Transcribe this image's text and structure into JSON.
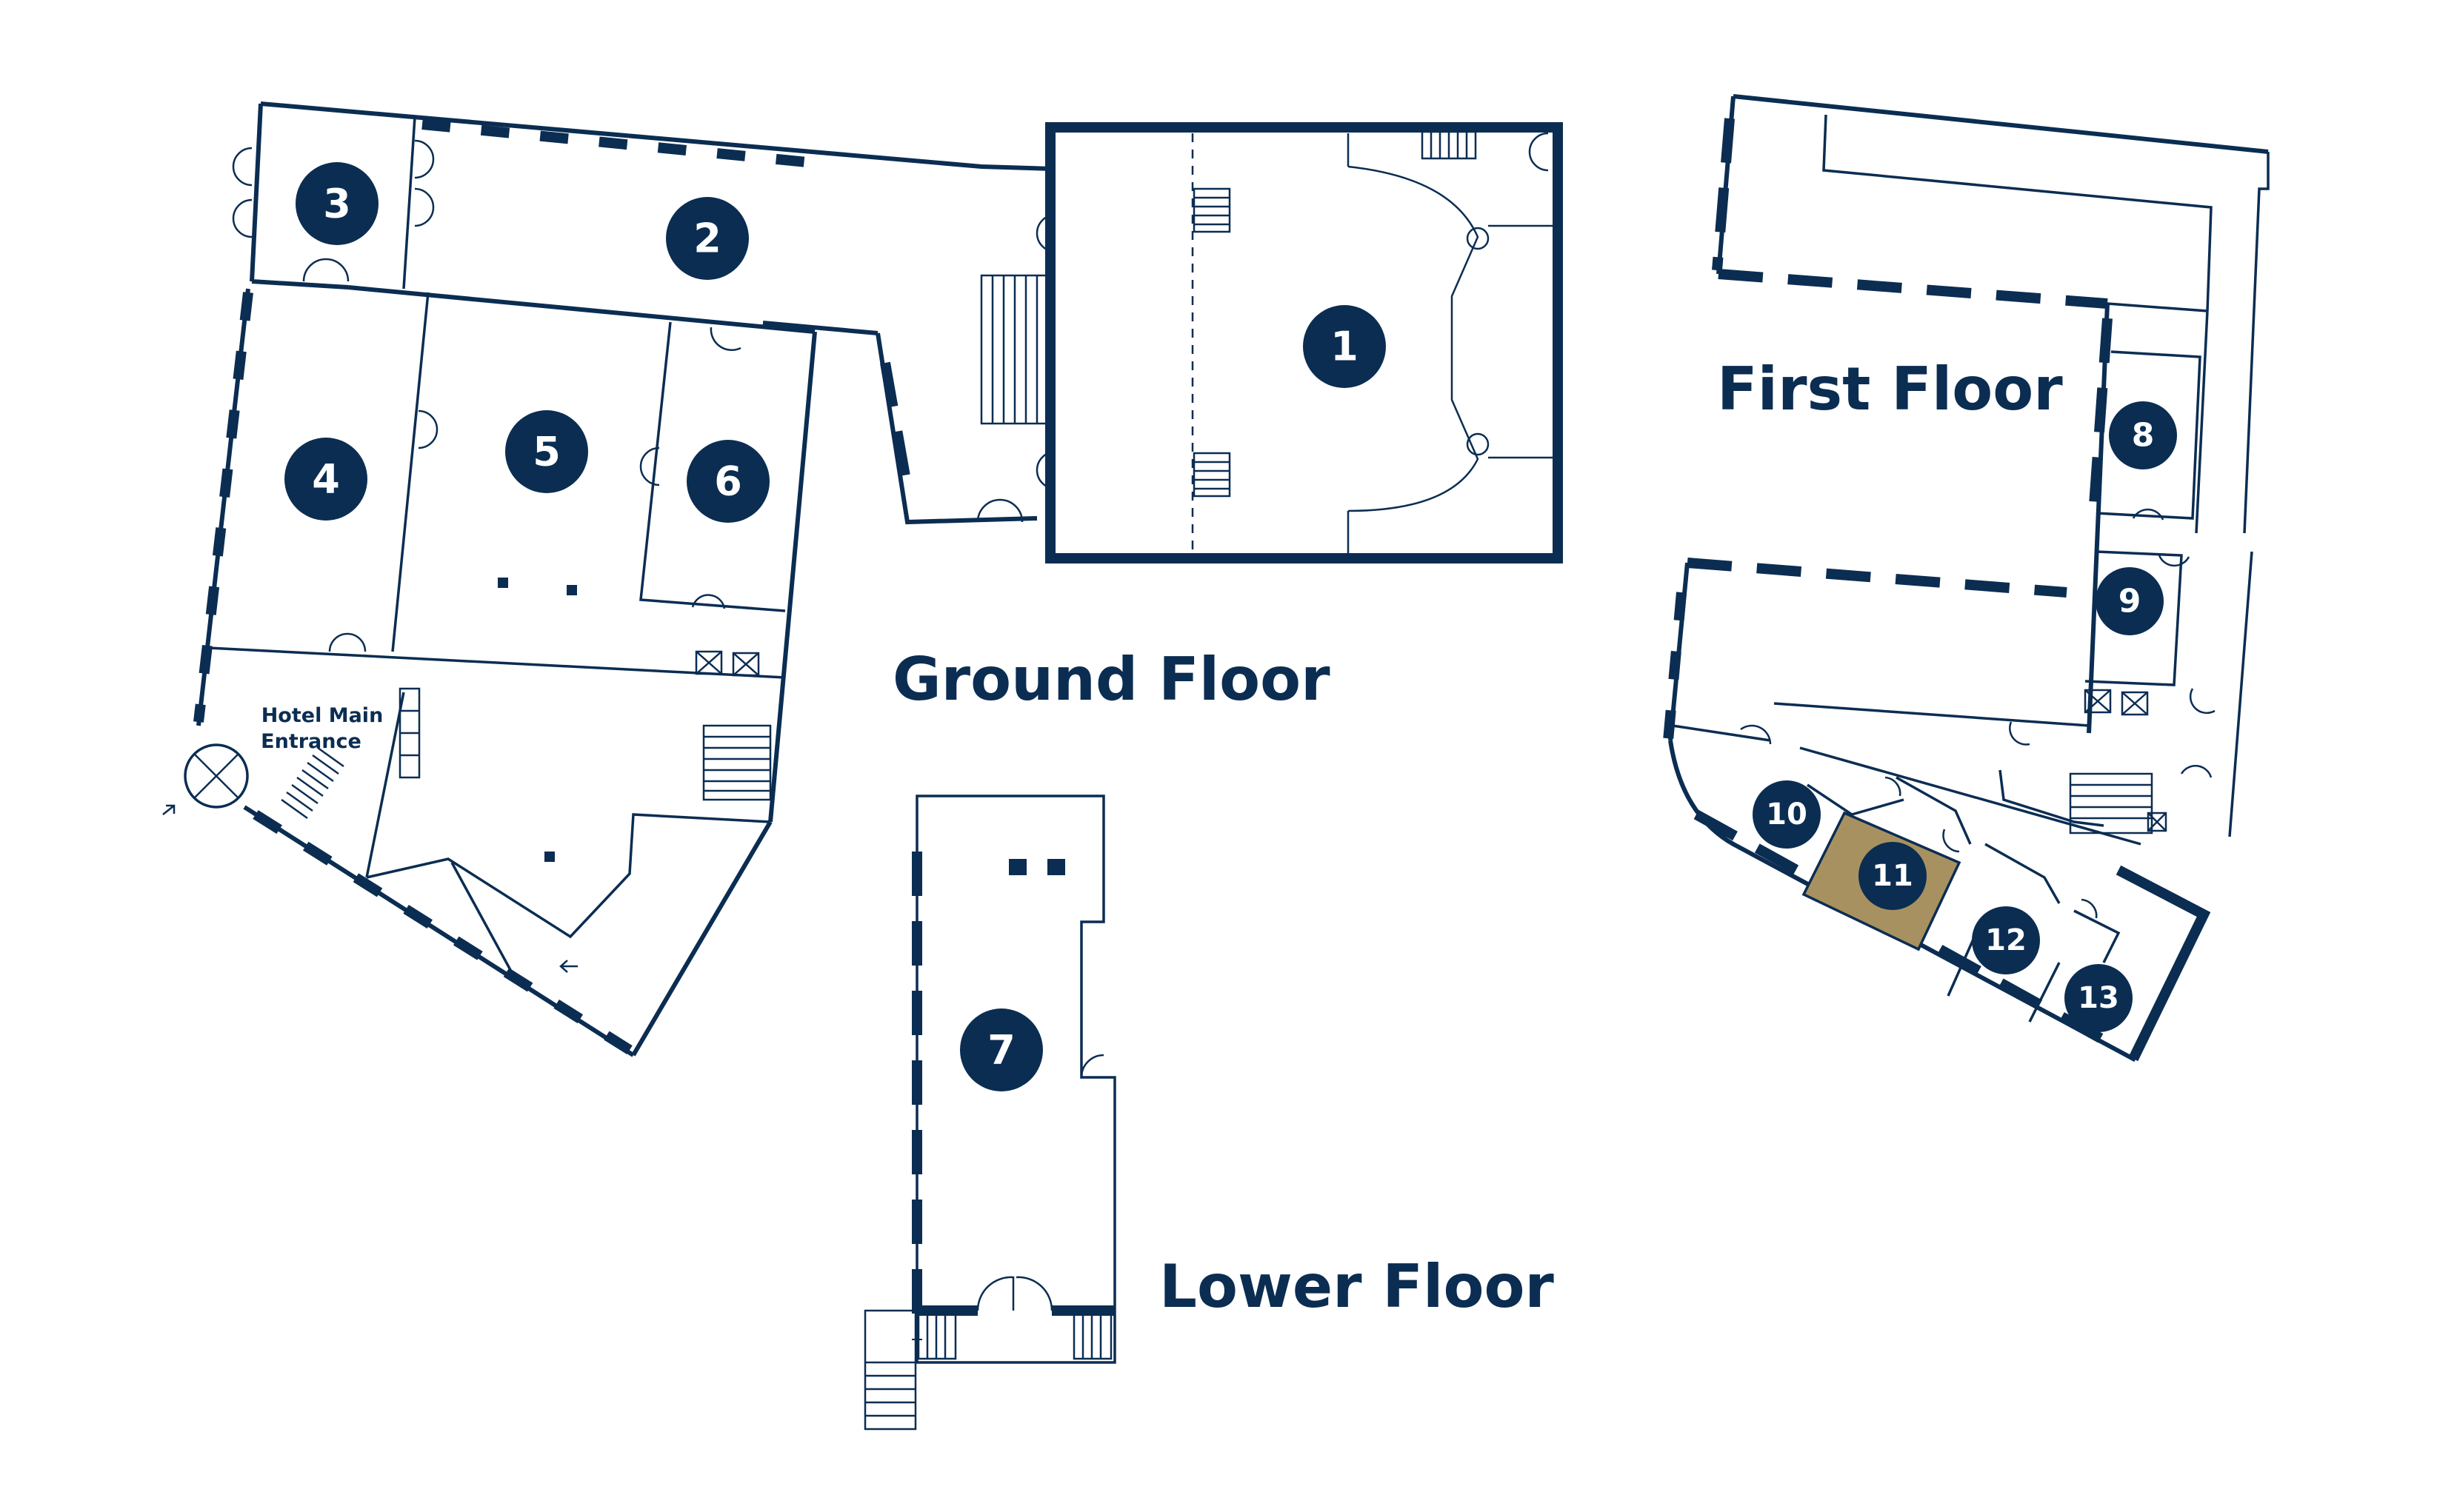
{
  "labels": {
    "ground_floor": "Ground Floor",
    "first_floor": "First Floor",
    "lower_floor": "Lower Floor",
    "entrance_line1": "Hotel Main",
    "entrance_line2": "Entrance"
  },
  "rooms": [
    "1",
    "2",
    "3",
    "4",
    "5",
    "6",
    "7",
    "8",
    "9",
    "10",
    "11",
    "12",
    "13"
  ],
  "colors": {
    "navy": "#0b2d52",
    "highlight": "#a89160",
    "background": "#ffffff"
  },
  "highlighted_room": "11"
}
